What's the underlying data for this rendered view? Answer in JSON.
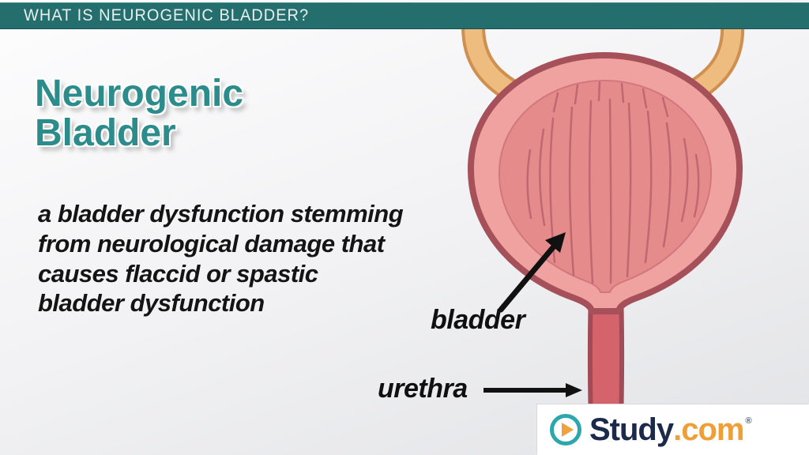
{
  "header": {
    "title": "WHAT IS NEUROGENIC BLADDER?"
  },
  "main": {
    "title": {
      "line1": "Neurogenic",
      "line2": "Bladder"
    },
    "definition": "a bladder dysfunction stemming\nfrom neurological damage that\ncauses flaccid or spastic\nbladder dysfunction"
  },
  "diagram": {
    "labels": {
      "bladder": "bladder",
      "urethra": "urethra"
    },
    "colors": {
      "bladder_fill": "#f0a2a0",
      "bladder_inner": "#e68b8b",
      "bladder_outline": "#a6505a",
      "streak": "#b05a68",
      "ureter": "#edbc7e",
      "ureter_edge": "#cf8f4f",
      "urethra_fill": "#d5636b",
      "arrow": "#111111"
    }
  },
  "logo": {
    "study": "Study",
    "com": ".com",
    "registered": "®"
  },
  "theme": {
    "header_bg": "#256e6e",
    "title_color": "#2c8c8c",
    "logo_navy": "#1b2a4a",
    "logo_orange": "#ef9f36",
    "play_ring": "#2ba7ad"
  }
}
